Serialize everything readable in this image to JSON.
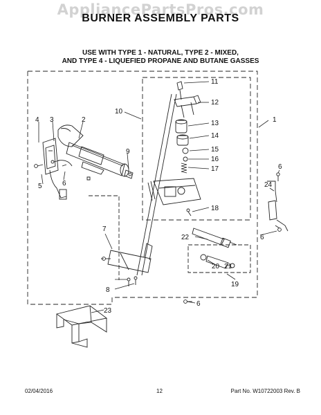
{
  "watermark": "AppliancePartsPros.com",
  "title": "BURNER ASSEMBLY PARTS",
  "subtitle_line1": "USE WITH TYPE 1 - NATURAL, TYPE 2 - MIXED,",
  "subtitle_line2": "AND TYPE 4 - LIQUEFIED PROPANE AND BUTANE GASSES",
  "callouts": {
    "c1": "1",
    "c2": "2",
    "c3": "3",
    "c4": "4",
    "c5": "5",
    "c6a": "6",
    "c6b": "6",
    "c6c": "6",
    "c6d": "6",
    "c7": "7",
    "c8": "8",
    "c9": "9",
    "c10": "10",
    "c11": "11",
    "c12": "12",
    "c13": "13",
    "c14": "14",
    "c15": "15",
    "c16": "16",
    "c17": "17",
    "c18": "18",
    "c19": "19",
    "c20": "20",
    "c21": "21",
    "c22": "22",
    "c23": "23",
    "c24": "24"
  },
  "footer": {
    "date": "02/04/2016",
    "page": "12",
    "part": "Part No.  W10722003  Rev. B"
  }
}
